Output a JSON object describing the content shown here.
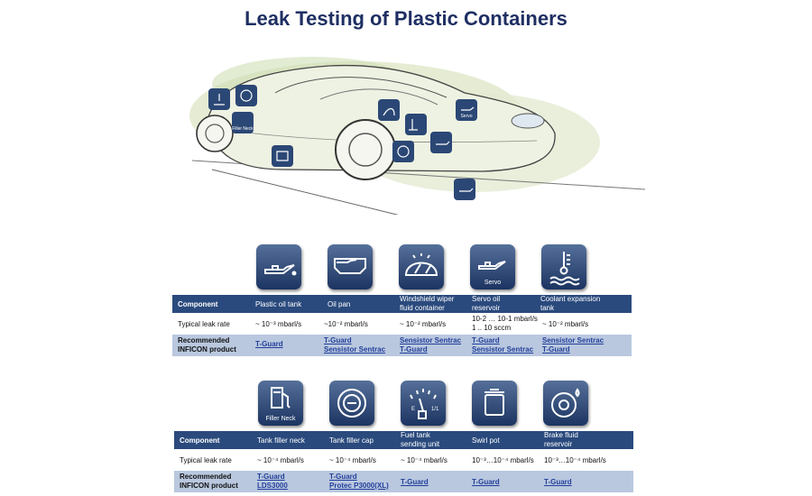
{
  "title": "Leak Testing of Plastic Containers",
  "car_icons": [
    "Filler Neck",
    "Servo"
  ],
  "table1": {
    "header_label": "Component",
    "rate_label": "Typical leak rate",
    "product_label_1": "Recommended",
    "product_label_2": "INFICON product",
    "columns": [
      {
        "icon": "oil-can-icon",
        "icon_caption": "",
        "component": "Plastic  oil tank",
        "rate": "~ 10⁻³ mbarl/s",
        "products": [
          "T-Guard"
        ]
      },
      {
        "icon": "oil-pan-icon",
        "icon_caption": "",
        "component": "Oil pan",
        "rate": "~10⁻² mbarl/s",
        "products": [
          "T-Guard",
          "Sensistor Sentrac"
        ]
      },
      {
        "icon": "windshield-wiper-icon",
        "icon_caption": "",
        "component": "Windshield wiper fluid container",
        "rate": "~ 10⁻² mbarl/s",
        "products": [
          "Sensistor Sentrac",
          "T-Guard"
        ]
      },
      {
        "icon": "servo-oil-icon",
        "icon_caption": "Servo",
        "component": "Servo oil reservoir",
        "rate": "10-2 … 10-1 mbarl/s 1 .. 10 sccm",
        "products": [
          "T-Guard",
          "Sensistor Sentrac"
        ]
      },
      {
        "icon": "coolant-temperature-icon",
        "icon_caption": "",
        "component": "Coolant expansion tank",
        "rate": "~ 10⁻² mbarl/s",
        "products": [
          "Sensistor Sentrac",
          "T-Guard"
        ]
      }
    ]
  },
  "table2": {
    "header_label": "Component",
    "rate_label": "Typical leak rate",
    "product_label_1": "Recommended",
    "product_label_2": "INFICON product",
    "columns": [
      {
        "icon": "fuel-pump-icon",
        "icon_caption": "Filler Neck",
        "component": "Tank filler neck",
        "rate": "~ 10⁻⁴ mbarl/s",
        "products": [
          "T-Guard",
          "LDS3000"
        ]
      },
      {
        "icon": "fuel-cap-icon",
        "icon_caption": "",
        "component": "Tank filler cap",
        "rate": "~ 10⁻⁴ mbarl/s",
        "products": [
          "T-Guard",
          "Protec P3000(XL)"
        ]
      },
      {
        "icon": "fuel-gauge-icon",
        "icon_caption": "",
        "component": "Fuel tank sending unit",
        "rate": "~ 10⁻⁴ mbarl/s",
        "products": [
          "T-Guard"
        ]
      },
      {
        "icon": "swirl-pot-icon",
        "icon_caption": "",
        "component": "Swirl pot",
        "rate": "10⁻³…10⁻⁴ mbarl/s",
        "products": [
          "T-Guard"
        ]
      },
      {
        "icon": "brake-fluid-icon",
        "icon_caption": "",
        "component": "Brake fluid reservoir",
        "rate": "10⁻³…10⁻⁴ mbarl/s",
        "products": [
          "T-Guard"
        ]
      }
    ]
  }
}
